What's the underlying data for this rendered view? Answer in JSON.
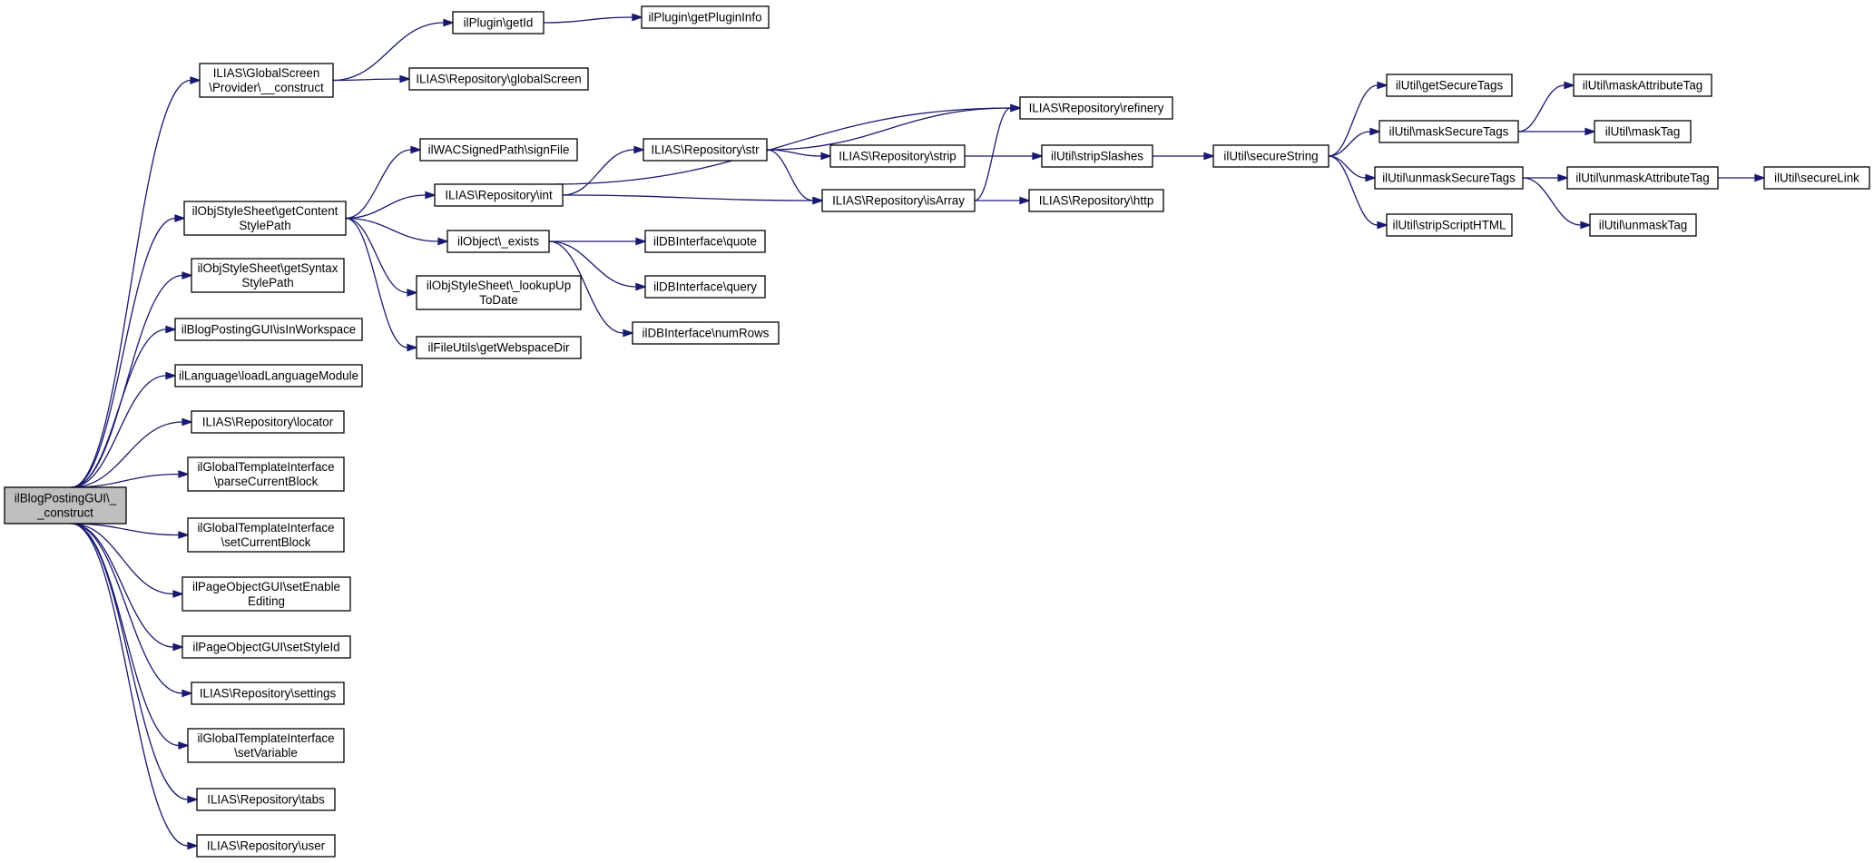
{
  "diagram": {
    "type": "call-graph",
    "colors": {
      "edge": "#191970",
      "root_fill": "#bfbfbf",
      "node_fill": "#ffffff",
      "node_border": "#000000"
    },
    "nodes": [
      {
        "id": "root",
        "lines": [
          "ilBlogPostingGUI\\_",
          "_construct"
        ]
      },
      {
        "id": "gs_provider",
        "lines": [
          "ILIAS\\GlobalScreen",
          "\\Provider\\__construct"
        ]
      },
      {
        "id": "getcontentstylepath",
        "lines": [
          "ilObjStyleSheet\\getContent",
          "StylePath"
        ]
      },
      {
        "id": "getsyntaxstylepath",
        "lines": [
          "ilObjStyleSheet\\getSyntax",
          "StylePath"
        ]
      },
      {
        "id": "isinworkspace",
        "lines": [
          "ilBlogPostingGUI\\isInWorkspace"
        ]
      },
      {
        "id": "loadlanguagemodule",
        "lines": [
          "ilLanguage\\loadLanguageModule"
        ]
      },
      {
        "id": "locator",
        "lines": [
          "ILIAS\\Repository\\locator"
        ]
      },
      {
        "id": "parsecurrentblock",
        "lines": [
          "ilGlobalTemplateInterface",
          "\\parseCurrentBlock"
        ]
      },
      {
        "id": "setcurrentblock",
        "lines": [
          "ilGlobalTemplateInterface",
          "\\setCurrentBlock"
        ]
      },
      {
        "id": "setenableediting",
        "lines": [
          "ilPageObjectGUI\\setEnable",
          "Editing"
        ]
      },
      {
        "id": "setstyleid",
        "lines": [
          "ilPageObjectGUI\\setStyleId"
        ]
      },
      {
        "id": "settings",
        "lines": [
          "ILIAS\\Repository\\settings"
        ]
      },
      {
        "id": "setvariable",
        "lines": [
          "ilGlobalTemplateInterface",
          "\\setVariable"
        ]
      },
      {
        "id": "tabs",
        "lines": [
          "ILIAS\\Repository\\tabs"
        ]
      },
      {
        "id": "user",
        "lines": [
          "ILIAS\\Repository\\user"
        ]
      },
      {
        "id": "plugin_getid",
        "lines": [
          "ilPlugin\\getId"
        ]
      },
      {
        "id": "globalscreen",
        "lines": [
          "ILIAS\\Repository\\globalScreen"
        ]
      },
      {
        "id": "signfile",
        "lines": [
          "ilWACSignedPath\\signFile"
        ]
      },
      {
        "id": "repo_int",
        "lines": [
          "ILIAS\\Repository\\int"
        ]
      },
      {
        "id": "object_exists",
        "lines": [
          "ilObject\\_exists"
        ]
      },
      {
        "id": "lookupuptodate",
        "lines": [
          "ilObjStyleSheet\\_lookupUp",
          "ToDate"
        ]
      },
      {
        "id": "getwebspacedir",
        "lines": [
          "ilFileUtils\\getWebspaceDir"
        ]
      },
      {
        "id": "getplugininfo",
        "lines": [
          "ilPlugin\\getPluginInfo"
        ]
      },
      {
        "id": "repo_str",
        "lines": [
          "ILIAS\\Repository\\str"
        ]
      },
      {
        "id": "db_quote",
        "lines": [
          "ilDBInterface\\quote"
        ]
      },
      {
        "id": "db_query",
        "lines": [
          "ilDBInterface\\query"
        ]
      },
      {
        "id": "db_numrows",
        "lines": [
          "ilDBInterface\\numRows"
        ]
      },
      {
        "id": "repo_strip",
        "lines": [
          "ILIAS\\Repository\\strip"
        ]
      },
      {
        "id": "repo_isarray",
        "lines": [
          "ILIAS\\Repository\\isArray"
        ]
      },
      {
        "id": "repo_refinery",
        "lines": [
          "ILIAS\\Repository\\refinery"
        ]
      },
      {
        "id": "repo_http",
        "lines": [
          "ILIAS\\Repository\\http"
        ]
      },
      {
        "id": "stripslashes",
        "lines": [
          "ilUtil\\stripSlashes"
        ]
      },
      {
        "id": "securestring",
        "lines": [
          "ilUtil\\secureString"
        ]
      },
      {
        "id": "getsecuretags",
        "lines": [
          "ilUtil\\getSecureTags"
        ]
      },
      {
        "id": "masksecuretags",
        "lines": [
          "ilUtil\\maskSecureTags"
        ]
      },
      {
        "id": "unmasksecuretags",
        "lines": [
          "ilUtil\\unmaskSecureTags"
        ]
      },
      {
        "id": "stripscripthtml",
        "lines": [
          "ilUtil\\stripScriptHTML"
        ]
      },
      {
        "id": "maskattributetag",
        "lines": [
          "ilUtil\\maskAttributeTag"
        ]
      },
      {
        "id": "masktag",
        "lines": [
          "ilUtil\\maskTag"
        ]
      },
      {
        "id": "unmaskattributetag",
        "lines": [
          "ilUtil\\unmaskAttributeTag"
        ]
      },
      {
        "id": "unmasktag",
        "lines": [
          "ilUtil\\unmaskTag"
        ]
      },
      {
        "id": "securelink",
        "lines": [
          "ilUtil\\secureLink"
        ]
      }
    ],
    "edges": [
      [
        "root",
        "gs_provider"
      ],
      [
        "root",
        "getcontentstylepath"
      ],
      [
        "root",
        "getsyntaxstylepath"
      ],
      [
        "root",
        "isinworkspace"
      ],
      [
        "root",
        "loadlanguagemodule"
      ],
      [
        "root",
        "locator"
      ],
      [
        "root",
        "parsecurrentblock"
      ],
      [
        "root",
        "setcurrentblock"
      ],
      [
        "root",
        "setenableediting"
      ],
      [
        "root",
        "setstyleid"
      ],
      [
        "root",
        "settings"
      ],
      [
        "root",
        "setvariable"
      ],
      [
        "root",
        "tabs"
      ],
      [
        "root",
        "user"
      ],
      [
        "gs_provider",
        "plugin_getid"
      ],
      [
        "gs_provider",
        "globalscreen"
      ],
      [
        "plugin_getid",
        "getplugininfo"
      ],
      [
        "getcontentstylepath",
        "signfile"
      ],
      [
        "getcontentstylepath",
        "repo_int"
      ],
      [
        "getcontentstylepath",
        "object_exists"
      ],
      [
        "getcontentstylepath",
        "lookupuptodate"
      ],
      [
        "getcontentstylepath",
        "getwebspacedir"
      ],
      [
        "repo_int",
        "repo_refinery"
      ],
      [
        "repo_int",
        "repo_str"
      ],
      [
        "repo_int",
        "repo_isarray"
      ],
      [
        "repo_str",
        "repo_refinery"
      ],
      [
        "repo_str",
        "repo_strip"
      ],
      [
        "repo_str",
        "repo_isarray"
      ],
      [
        "repo_strip",
        "stripslashes"
      ],
      [
        "repo_isarray",
        "repo_refinery"
      ],
      [
        "repo_isarray",
        "repo_http"
      ],
      [
        "object_exists",
        "db_quote"
      ],
      [
        "object_exists",
        "db_query"
      ],
      [
        "object_exists",
        "db_numrows"
      ],
      [
        "stripslashes",
        "securestring"
      ],
      [
        "securestring",
        "getsecuretags"
      ],
      [
        "securestring",
        "masksecuretags"
      ],
      [
        "securestring",
        "unmasksecuretags"
      ],
      [
        "securestring",
        "stripscripthtml"
      ],
      [
        "masksecuretags",
        "maskattributetag"
      ],
      [
        "masksecuretags",
        "masktag"
      ],
      [
        "unmasksecuretags",
        "unmaskattributetag"
      ],
      [
        "unmasksecuretags",
        "unmasktag"
      ],
      [
        "unmaskattributetag",
        "securelink"
      ]
    ]
  }
}
